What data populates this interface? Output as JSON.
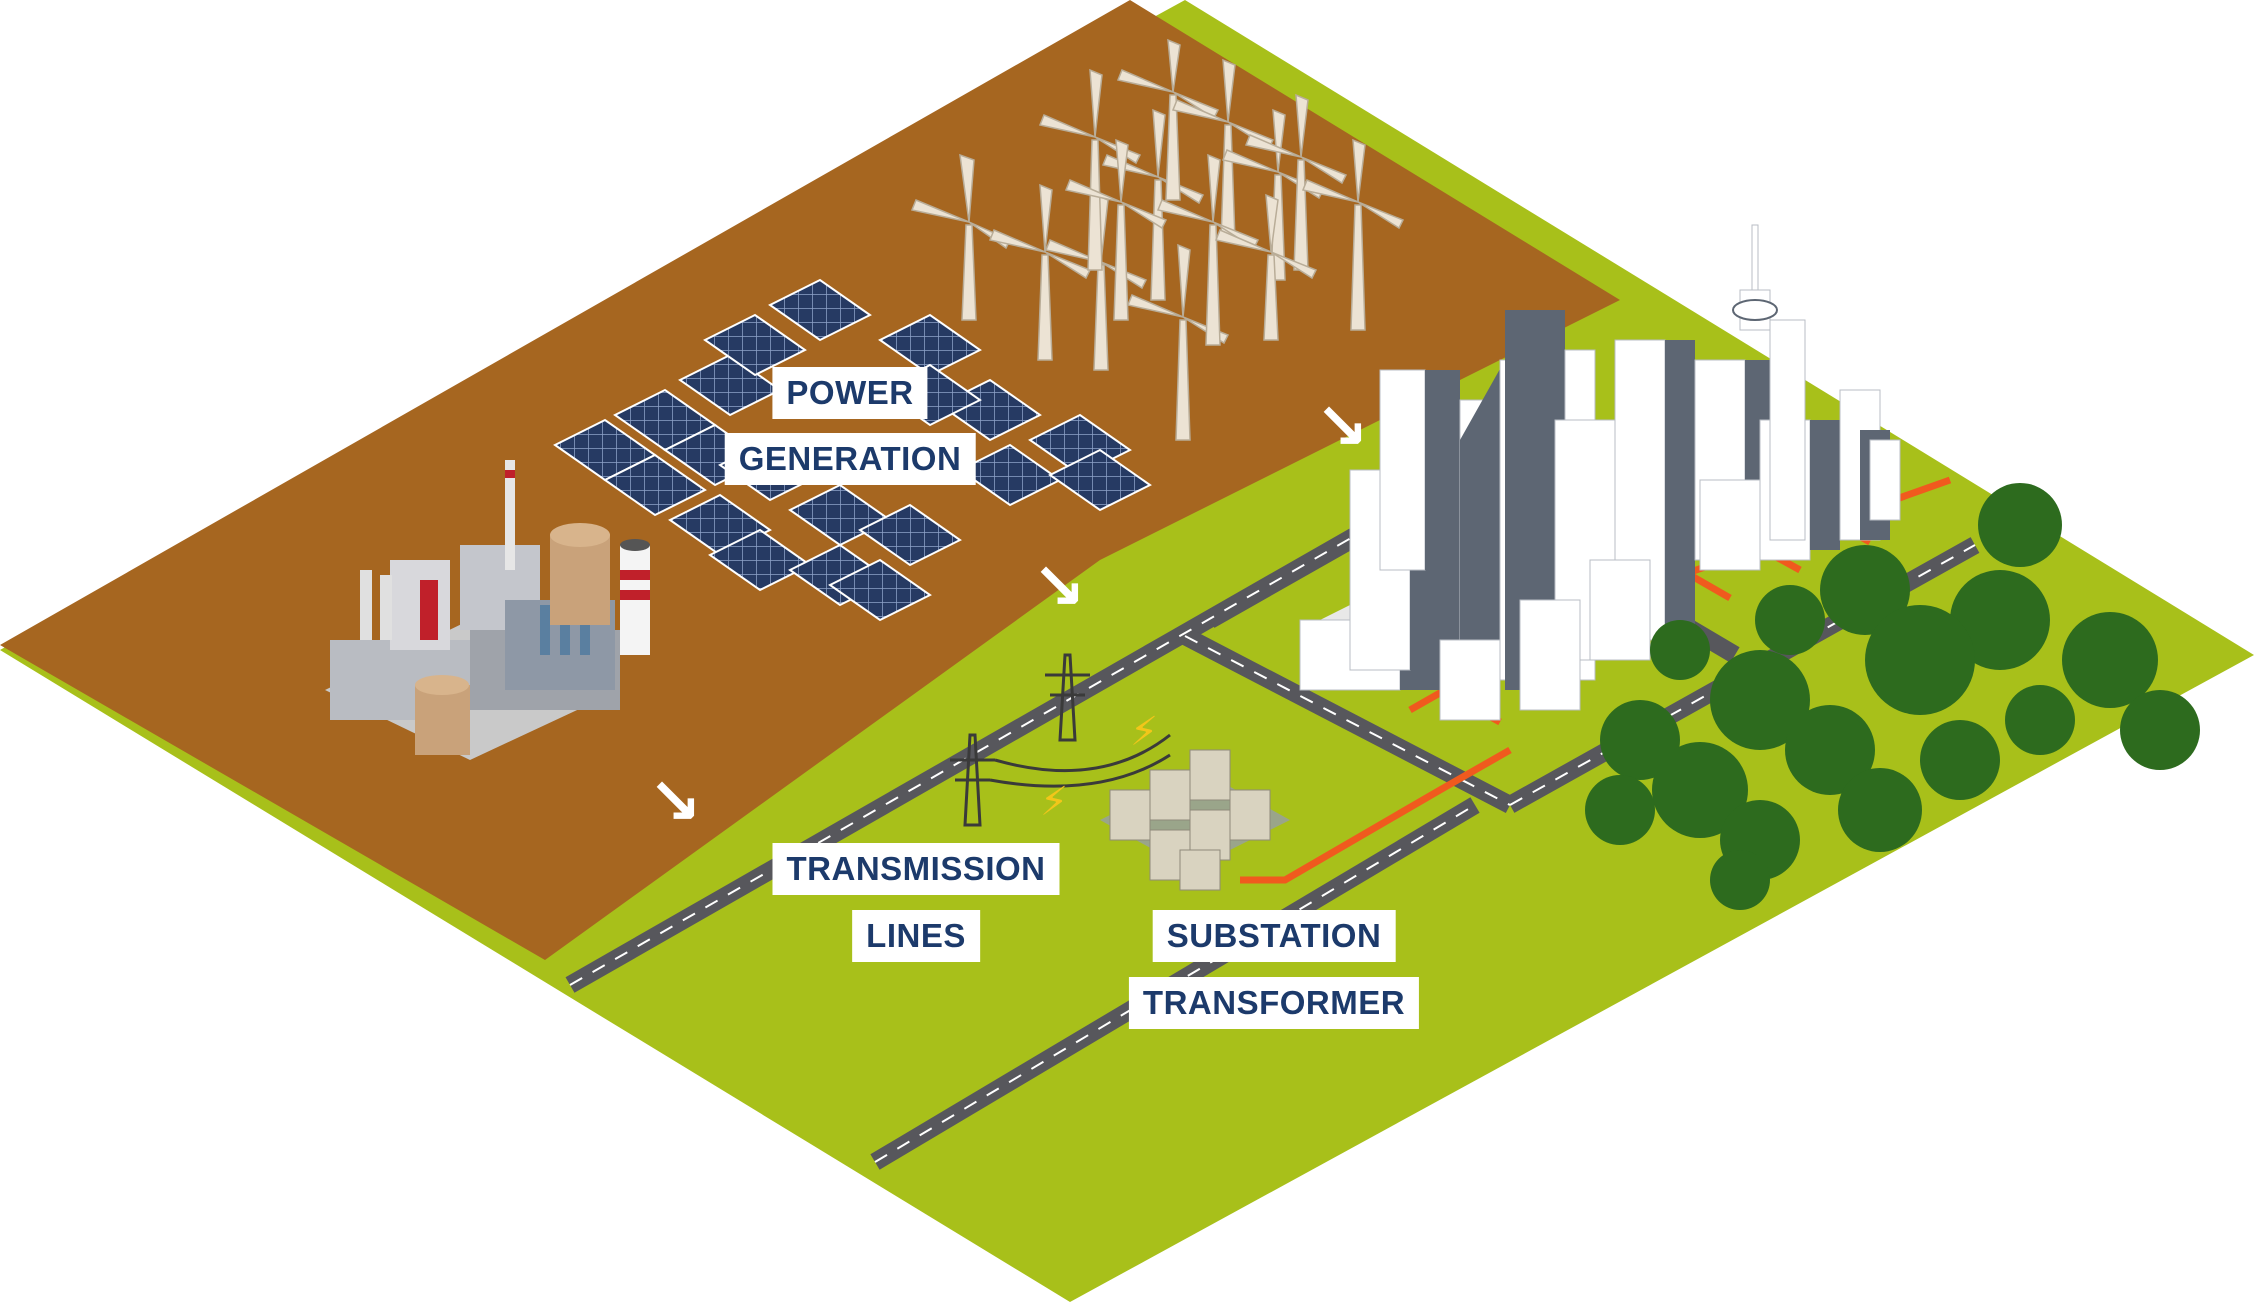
{
  "labels": {
    "power_line1": "POWER",
    "power_line2": "GENERATION",
    "transmission_line1": "TRANSMISSION",
    "transmission_line2": "LINES",
    "substation_line1": "SUBSTATION",
    "substation_line2": "TRANSFORMER"
  },
  "icons": {
    "flow_arrow": "↘",
    "bolt": "⚡"
  },
  "colors": {
    "ground_brown": "#a66620",
    "grass_green": "#a8c01a",
    "road_gray": "#57575c",
    "cable_orange": "#f05a1e",
    "building_gray": "#5d6673",
    "label_navy": "#1c3a6b",
    "tree_green": "#2d6b1e"
  }
}
